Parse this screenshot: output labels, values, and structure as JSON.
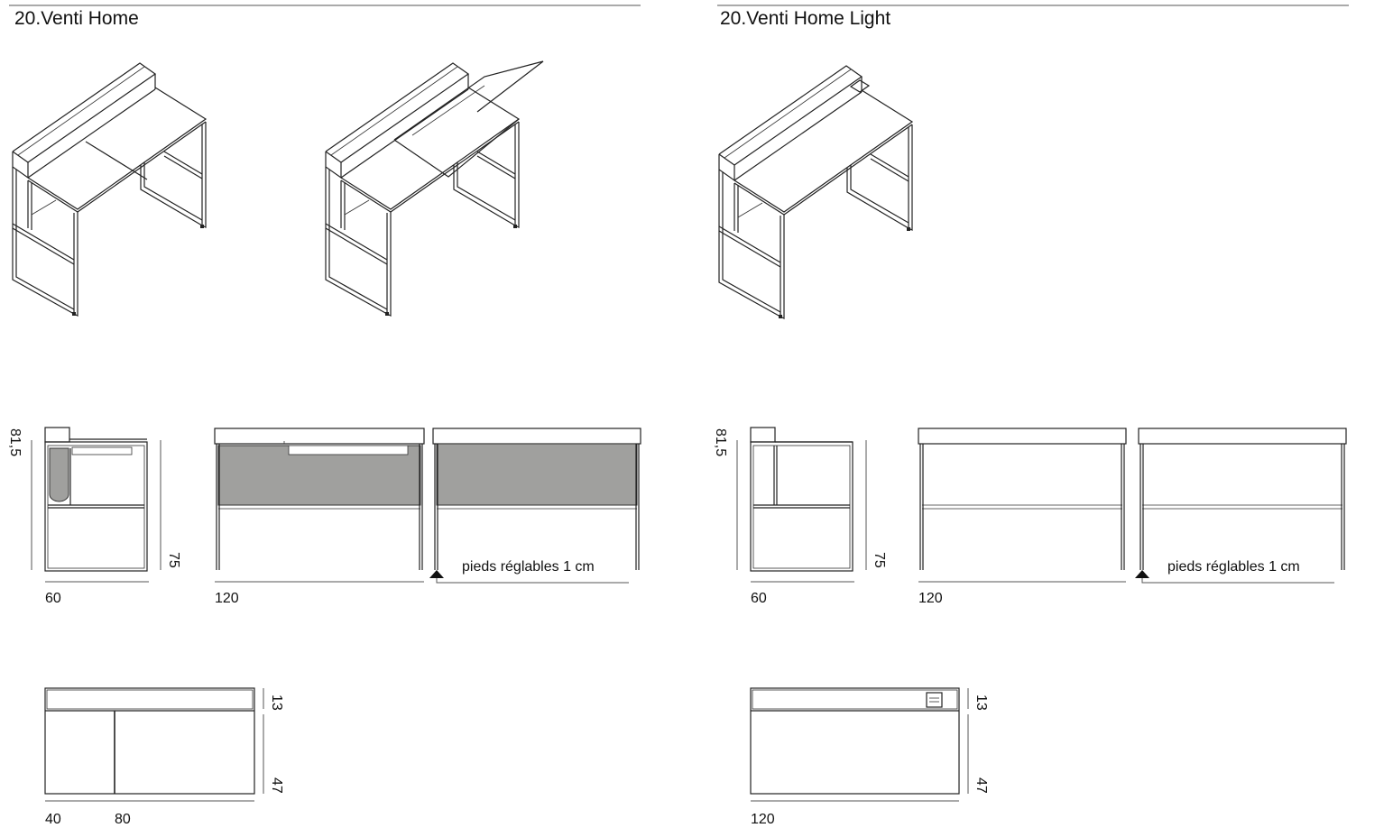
{
  "sections": [
    {
      "title": "20.Venti Home",
      "dims": {
        "height_total": "81,5",
        "height": "75",
        "depth": "60",
        "width": "120",
        "hutch_depth": "13",
        "top_depth": "47",
        "segment_left": "40",
        "segment_right": "80"
      },
      "note": "pieds réglables 1 cm"
    },
    {
      "title": "20.Venti Home Light",
      "dims": {
        "height_total": "81,5",
        "height": "75",
        "depth": "60",
        "width": "120",
        "hutch_depth": "13",
        "top_depth": "47"
      },
      "note": "pieds réglables 1 cm"
    }
  ],
  "colors": {
    "panel": "#a0a09e",
    "line": "#222222"
  }
}
